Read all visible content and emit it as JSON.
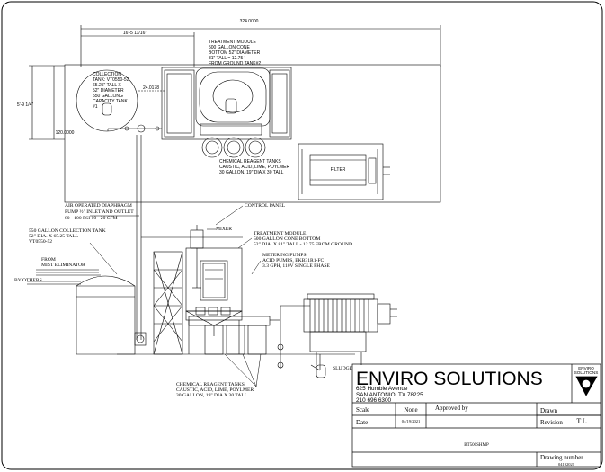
{
  "top_view": {
    "dim_overall": "324.0000",
    "dim_spacing": "16'-5 11/16\"",
    "dim_height": "5'-9 1/4\"",
    "dim_side": "120.0000",
    "dim_offset": "24.0178",
    "collection_tank": [
      "COLLECTION",
      "TANK: VT0550-52",
      "65.25\" TALL X",
      "52\" DIAMETER",
      "550 GALLONG",
      "CAPACITY TANK",
      "#1"
    ],
    "treatment_module": [
      "TREATMENT MODULE",
      "500 GALLON CONE",
      "BOTTOM 52\" DIAMETER",
      "81\" TALL = 12.75 '",
      "FROM GROUND TANK#2"
    ],
    "chem_tanks": [
      "CHEMICAL REAGENT TANKS",
      "CAUSTIC, ACID, LIME, POYLMER",
      "30 GALLON, 19\" DIA X 30 TALL"
    ],
    "filter_label": "FILTER"
  },
  "elevation": {
    "air_pump": [
      "AIR OPERATED DIAPHRAGM",
      "PUMP ½\" INLET AND OUTLET",
      "80 - 100 PSI 10 - 20 CFM"
    ],
    "control_panel": "CONTROL PANEL",
    "collection_tank": [
      "550 GALLON COLLECTION TANK",
      "52\" DIA. X 65.25 TALL",
      "VT0550-52"
    ],
    "mist_eliminator": [
      "FROM",
      "MIST ELIMINATOR"
    ],
    "by_others": "BY OTHERS",
    "mixer": "MIXER",
    "treatment_module": [
      "TREATMENT MODULE",
      "500 GALLON CONE BOTTOM",
      "52\" DIA. X 81\" TALL - 12.75 FROM GROUND"
    ],
    "metering_pumps": [
      "METERING PUMPS",
      "ACID PUMPS, EKB31R1-FC",
      "3.3 GPH, 110V SINGLE PHASE"
    ],
    "sludge": "SLUDGE",
    "chem_tanks": [
      "CHEMICAL REAGENT TANKS",
      "CAUSTIC, ACID, LIME, POYLMER",
      "30 GALLON, 19\" DIA X 30 TALL"
    ]
  },
  "title_block": {
    "company": "ENVIRO SOLUTIONS",
    "address": [
      "625 Humble Avenue",
      "SAN ANTONIO, TX 78225",
      "210 696 6300"
    ],
    "logo_text": [
      "ENVIRO",
      "SOLUTIONS"
    ],
    "scale_label": "Scale",
    "scale_value": "None",
    "approved_label": "Approved by",
    "drawn_label": "Drawn",
    "date_label": "Date",
    "date_value": "04/19/2021",
    "revision_label": "Revision",
    "revision_value": "T.L.",
    "drawing_id": "BT500SHMP",
    "drawing_number_label": "Drawing number",
    "footer_date": "04192021"
  }
}
